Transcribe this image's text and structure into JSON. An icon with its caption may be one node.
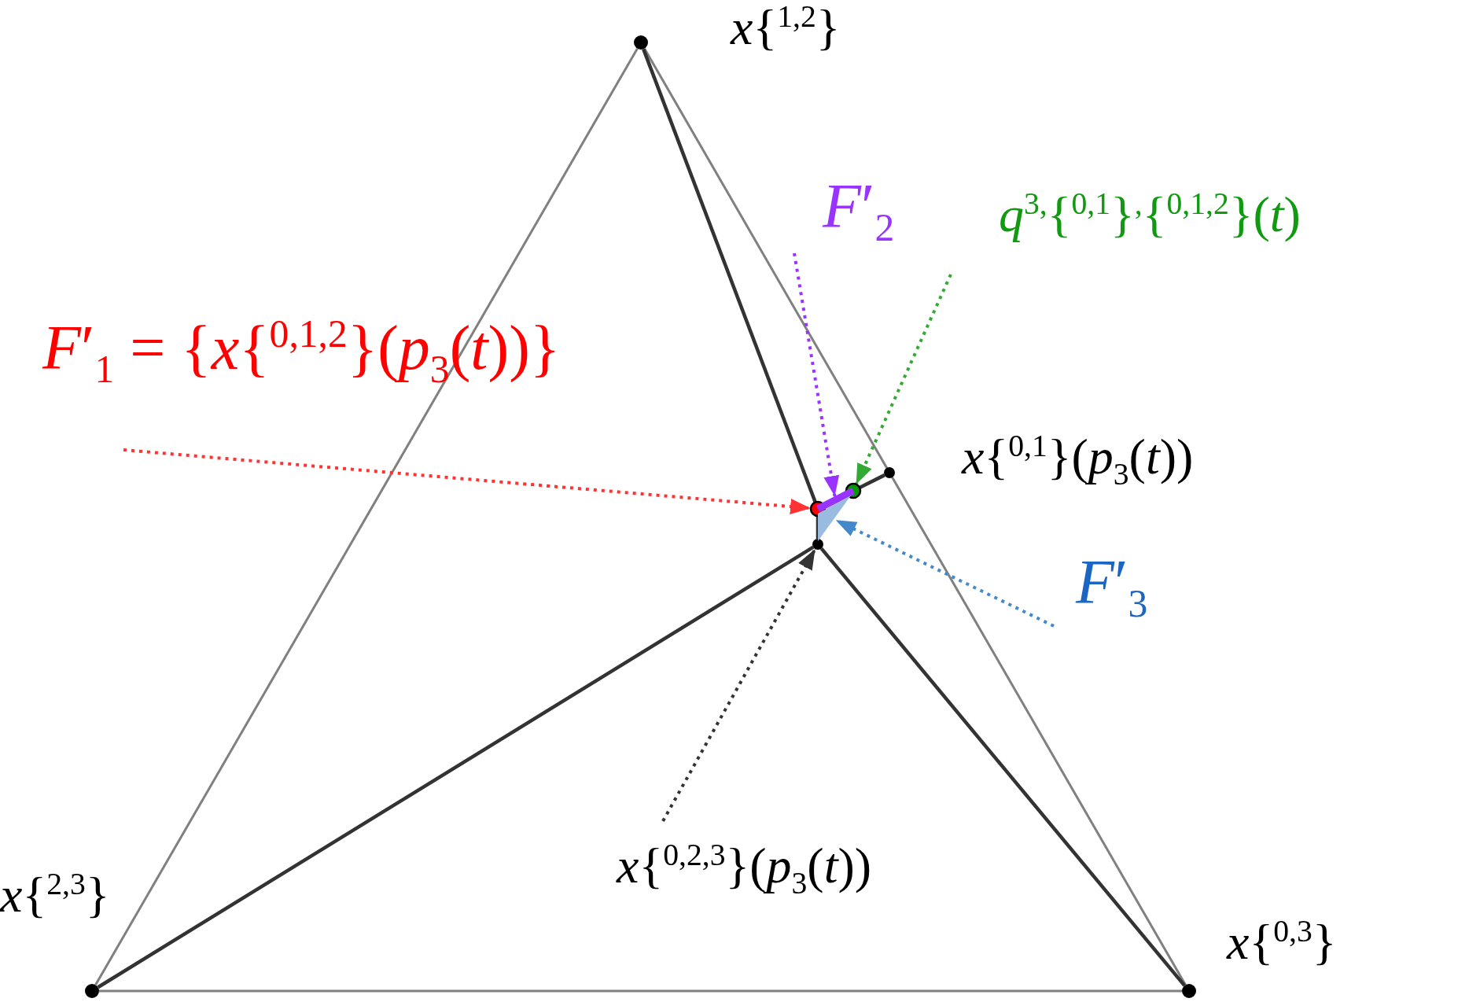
{
  "diagram": {
    "nodes": [
      {
        "text": [],
        "shape": "circle",
        "beside": [
          "*x*{$^{1,2}$}"
        ]
      },
      {
        "text": [],
        "shape": "circle",
        "beside": [
          "*x*{$^{2,3}$}"
        ]
      },
      {
        "text": [],
        "shape": "circle",
        "beside": [
          "*x*{$^{0,3}$}"
        ]
      },
      {
        "text": [],
        "shape": "circle"
      },
      {
        "text": [],
        "shape": "circle"
      },
      {
        "text": [],
        "shape": "circle",
        "beside": [
          "*x*{$^{0,1}$}(*p*$_{3}$(*t*))"
        ]
      },
      {
        "text": [],
        "shape": "circle"
      },
      {
        "text": [],
        "shape": "bar"
      },
      {
        "text": [],
        "shape": "triangle"
      },
      {
        "text": [
          "*F*′$_{1}$ = {*x*{$^{0,1,2}$}(*p*$_{3}$(*t*))}"
        ]
      },
      {
        "text": [
          "*F*′$_{2}$"
        ]
      },
      {
        "text": [
          "*q*$^{3,}${$^{0,1}$}$^{,}${$^{0,1,2}$}(*t*)"
        ]
      },
      {
        "text": [
          "*F*′$_{3}$"
        ]
      },
      {
        "text": [
          "*x*{$^{0,2,3}$}(*p*$_{3}$(*t*))"
        ]
      }
    ],
    "edges": [
      {
        "from": 0,
        "to": 1,
        "arrow": "none",
        "color": "#808080"
      },
      {
        "from": 1,
        "to": 2,
        "arrow": "none",
        "color": "#808080"
      },
      {
        "from": 0,
        "to": 2,
        "arrow": "none",
        "color": "#808080"
      },
      {
        "from": 0,
        "to": 3,
        "arrow": "none"
      },
      {
        "from": 1,
        "to": 6,
        "arrow": "none"
      },
      {
        "from": 2,
        "to": 6,
        "arrow": "none"
      },
      {
        "from": 6,
        "to": 3,
        "arrow": "none"
      },
      {
        "from": 4,
        "to": 5,
        "arrow": "none"
      },
      {
        "from": 9,
        "to": 3,
        "arrow": "to",
        "style": "dashed",
        "color": "#ff3333"
      },
      {
        "from": 10,
        "to": 7,
        "arrow": "to",
        "style": "dashed",
        "color": "#9933ff"
      },
      {
        "from": 11,
        "to": 4,
        "arrow": "to",
        "style": "dashed",
        "color": "#33aa33"
      },
      {
        "from": 12,
        "to": 8,
        "arrow": "to",
        "style": "dashed",
        "color": "#4488cc"
      },
      {
        "from": 13,
        "to": 6,
        "arrow": "to",
        "style": "dashed",
        "color": "#333333"
      }
    ]
  }
}
